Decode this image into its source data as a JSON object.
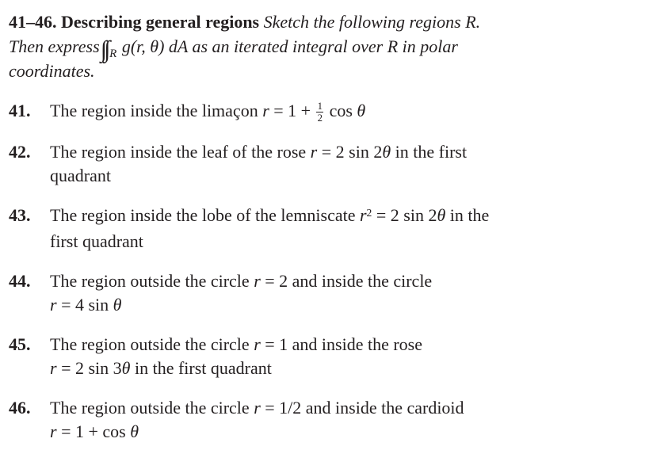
{
  "page": {
    "background": "#ffffff",
    "text_color": "#231f20"
  },
  "header": {
    "range": "41–46.",
    "title": "Describing general regions",
    "lead_italic": "Sketch the following regions R.",
    "line2_pre": "Then express ",
    "integral_glyphs": "∫∫",
    "integral_sub": "R",
    "line2_math": " g(r, θ) dA",
    "line2_post": " as an iterated integral over R in polar",
    "line3": "coordinates."
  },
  "problems": [
    {
      "number": "41.",
      "lines": [
        [
          {
            "t": "text",
            "v": "The region inside the limaçon "
          },
          {
            "t": "var",
            "v": "r"
          },
          {
            "t": "text",
            "v": " = 1 + "
          },
          {
            "t": "frac",
            "num": "1",
            "den": "2"
          },
          {
            "t": "text",
            "v": " cos "
          },
          {
            "t": "var",
            "v": "θ"
          }
        ]
      ]
    },
    {
      "number": "42.",
      "lines": [
        [
          {
            "t": "text",
            "v": "The region inside the leaf of the rose "
          },
          {
            "t": "var",
            "v": "r"
          },
          {
            "t": "text",
            "v": " = 2 sin 2"
          },
          {
            "t": "var",
            "v": "θ"
          },
          {
            "t": "text",
            "v": " in the first"
          }
        ],
        [
          {
            "t": "text",
            "v": "quadrant"
          }
        ]
      ]
    },
    {
      "number": "43.",
      "lines": [
        [
          {
            "t": "text",
            "v": "The region inside the lobe of the lemniscate "
          },
          {
            "t": "var",
            "v": "r"
          },
          {
            "t": "sup",
            "v": "2"
          },
          {
            "t": "text",
            "v": " = 2 sin 2"
          },
          {
            "t": "var",
            "v": "θ"
          },
          {
            "t": "text",
            "v": " in the"
          }
        ],
        [
          {
            "t": "text",
            "v": "first quadrant"
          }
        ]
      ]
    },
    {
      "number": "44.",
      "lines": [
        [
          {
            "t": "text",
            "v": "The region outside the circle "
          },
          {
            "t": "var",
            "v": "r"
          },
          {
            "t": "text",
            "v": " = 2 and inside the circle"
          }
        ],
        [
          {
            "t": "var",
            "v": "r"
          },
          {
            "t": "text",
            "v": " = 4 sin "
          },
          {
            "t": "var",
            "v": "θ"
          }
        ]
      ]
    },
    {
      "number": "45.",
      "lines": [
        [
          {
            "t": "text",
            "v": "The region outside the circle "
          },
          {
            "t": "var",
            "v": "r"
          },
          {
            "t": "text",
            "v": " = 1 and inside the rose"
          }
        ],
        [
          {
            "t": "var",
            "v": "r"
          },
          {
            "t": "text",
            "v": " = 2 sin 3"
          },
          {
            "t": "var",
            "v": "θ"
          },
          {
            "t": "text",
            "v": " in the first quadrant"
          }
        ]
      ]
    },
    {
      "number": "46.",
      "lines": [
        [
          {
            "t": "text",
            "v": "The region outside the circle "
          },
          {
            "t": "var",
            "v": "r"
          },
          {
            "t": "text",
            "v": " = 1/2 and inside the cardioid"
          }
        ],
        [
          {
            "t": "var",
            "v": "r"
          },
          {
            "t": "text",
            "v": " = 1 + cos "
          },
          {
            "t": "var",
            "v": "θ"
          }
        ]
      ]
    }
  ]
}
